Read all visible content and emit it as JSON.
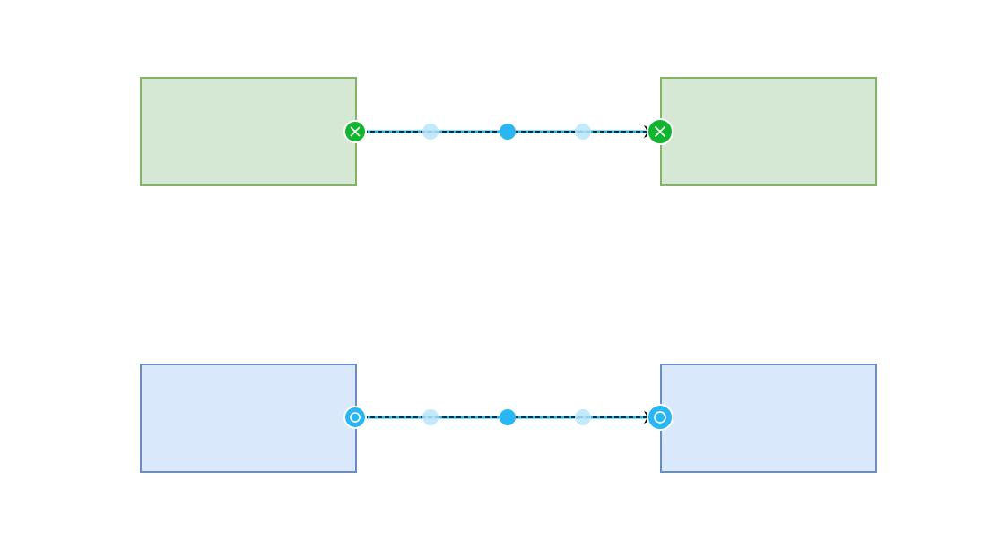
{
  "diagram": {
    "colors": {
      "green_fill": "#d5e8d4",
      "green_stroke": "#82b366",
      "blue_fill": "#dae8fc",
      "blue_stroke": "#6c8ebf",
      "selection": "#29b6f2",
      "connected_terminal": "#10b42e",
      "floating_terminal": "#29b6f2",
      "edge": "#000000"
    },
    "icons": {
      "connected": "cross-circle-icon",
      "floating": "ring-circle-icon"
    },
    "rows": [
      {
        "name": "green",
        "source_shape": "rectangle",
        "target_shape": "rectangle",
        "edge_style": "dashed-arrow",
        "terminal_state": "connected",
        "terminal_icon": "cross-circle-icon"
      },
      {
        "name": "blue",
        "source_shape": "rectangle",
        "target_shape": "rectangle",
        "edge_style": "dashed-arrow",
        "terminal_state": "floating",
        "terminal_icon": "ring-circle-icon"
      }
    ]
  }
}
